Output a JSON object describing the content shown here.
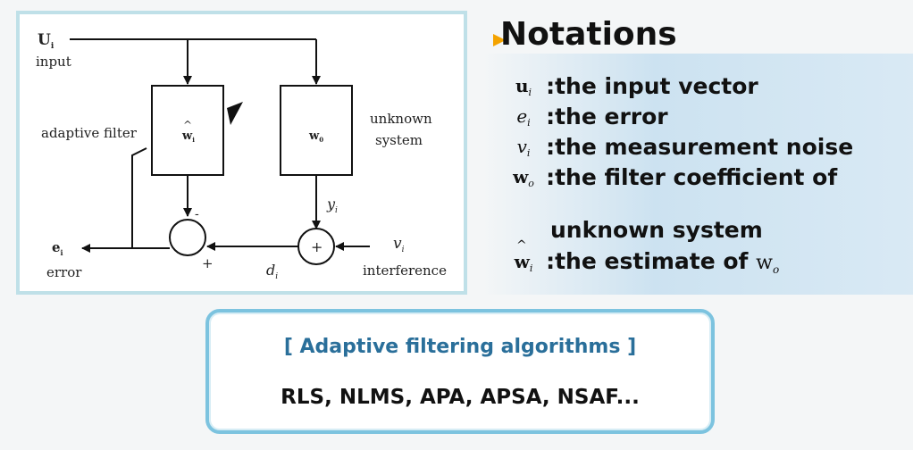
{
  "diagram": {
    "input_symbol": "U",
    "input_symbol_sub": "i",
    "input_label": "input",
    "adaptive_filter_label": "adaptive filter",
    "adaptive_block_symbol": "w",
    "adaptive_block_sub": "i",
    "unknown_block_symbol": "w",
    "unknown_block_sub": "0",
    "unknown_system_label_1": "unknown",
    "unknown_system_label_2": "system",
    "y_label": "y",
    "y_sub": "i",
    "d_label": "d",
    "d_sub": "i",
    "v_label": "v",
    "v_sub": "i",
    "interference_label": "interference",
    "error_symbol": "e",
    "error_sub": "i",
    "error_label": "error",
    "minus_sign": "-",
    "plus_sign": "+",
    "sum_plus": "+"
  },
  "notations": {
    "title": "Notations",
    "items": [
      {
        "symbol": "u",
        "sub": "i",
        "text": ":the input vector"
      },
      {
        "symbol": "e",
        "sub": "i",
        "text": ":the error"
      },
      {
        "symbol": "v",
        "sub": "i",
        "text": ":the measurement noise"
      },
      {
        "symbol": "w",
        "sub": "o",
        "text": ":the filter coefficient of"
      },
      {
        "symbol": "w",
        "sub": "i",
        "text": ":the estimate of"
      }
    ],
    "continuation": "unknown system",
    "estimate_target_symbol": "w",
    "estimate_target_sub": "o"
  },
  "algorithms": {
    "title": "[ Adaptive filtering algorithms ]",
    "list": "RLS, NLMS, APA, APSA, NSAF..."
  }
}
